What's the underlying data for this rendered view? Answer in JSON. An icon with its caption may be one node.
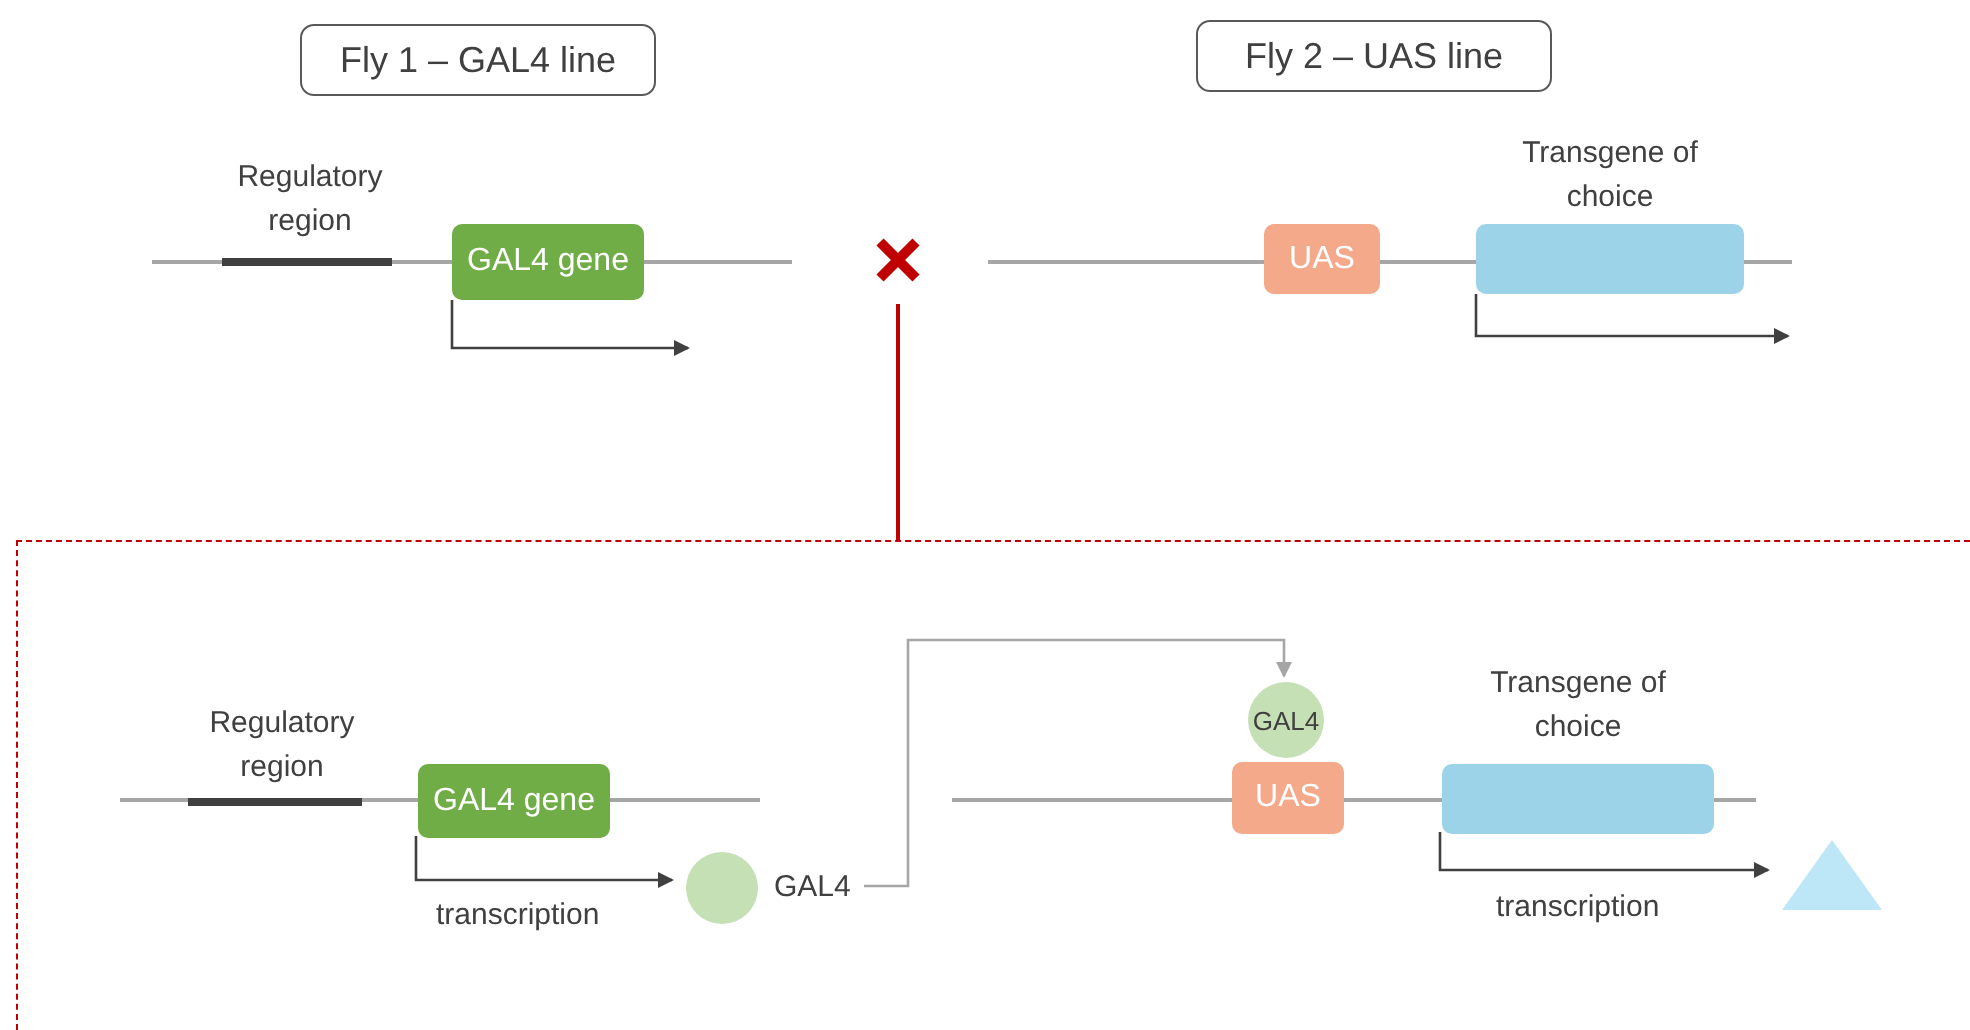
{
  "diagram": {
    "nodes": [
      {
        "text": [
          "Fly 1 – GAL4 line"
        ]
      },
      {
        "text": [
          "Fly 2 – UAS line"
        ]
      },
      {
        "text": [
          "Regulatory region"
        ]
      },
      {
        "text": [
          "GAL4 gene"
        ]
      },
      {
        "text": [
          "UAS"
        ]
      },
      {
        "text": [
          "Transgene of choice"
        ]
      },
      {
        "text": [],
        "shape": "cross"
      },
      {
        "text": [],
        "shape": "box"
      },
      {
        "text": [
          "Regulatory region"
        ],
        "in": 7
      },
      {
        "text": [
          "GAL4 gene"
        ],
        "in": 7
      },
      {
        "text": [],
        "shape": "circle",
        "beside": [
          "GAL4"
        ],
        "in": 7
      },
      {
        "text": [
          "GAL4"
        ],
        "in": 7
      },
      {
        "text": [
          "UAS"
        ],
        "in": 7
      },
      {
        "text": [
          "Transgene of choice"
        ],
        "in": 7
      },
      {
        "text": [],
        "shape": "triangle",
        "in": 7
      }
    ],
    "edges": [
      {
        "from": 3,
        "to": null,
        "arrow": "to"
      },
      {
        "from": 5,
        "to": null,
        "arrow": "to"
      },
      {
        "from": 6,
        "to": 7,
        "arrow": "none",
        "color": "#c00000"
      },
      {
        "from": 9,
        "to": 10,
        "arrow": "to",
        "label": "transcription"
      },
      {
        "from": 10,
        "to": 11,
        "arrow": "to",
        "color": "#a6a6a6"
      },
      {
        "from": 13,
        "to": 14,
        "arrow": "to",
        "label": "transcription"
      }
    ]
  }
}
